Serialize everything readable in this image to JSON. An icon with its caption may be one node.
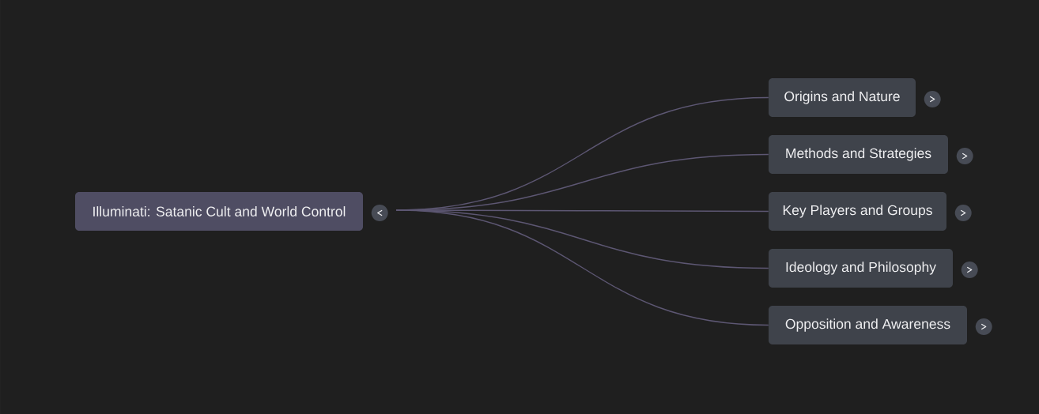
{
  "diagram": {
    "nodes": [
      {
        "text": [
          "Illuminati: Satanic Cult and World Control"
        ]
      },
      {
        "text": [
          "Origins and Nature"
        ]
      },
      {
        "text": [
          "Methods and Strategies"
        ]
      },
      {
        "text": [
          "Key Players and Groups"
        ]
      },
      {
        "text": [
          "Ideology and Philosophy"
        ]
      },
      {
        "text": [
          "Opposition and Awareness"
        ]
      }
    ],
    "edges": [
      {
        "from": 0,
        "to": 1,
        "arrow": "none"
      },
      {
        "from": 0,
        "to": 2,
        "arrow": "none"
      },
      {
        "from": 0,
        "to": 3,
        "arrow": "none"
      },
      {
        "from": 0,
        "to": 4,
        "arrow": "none"
      },
      {
        "from": 0,
        "to": 5,
        "arrow": "none"
      }
    ]
  }
}
